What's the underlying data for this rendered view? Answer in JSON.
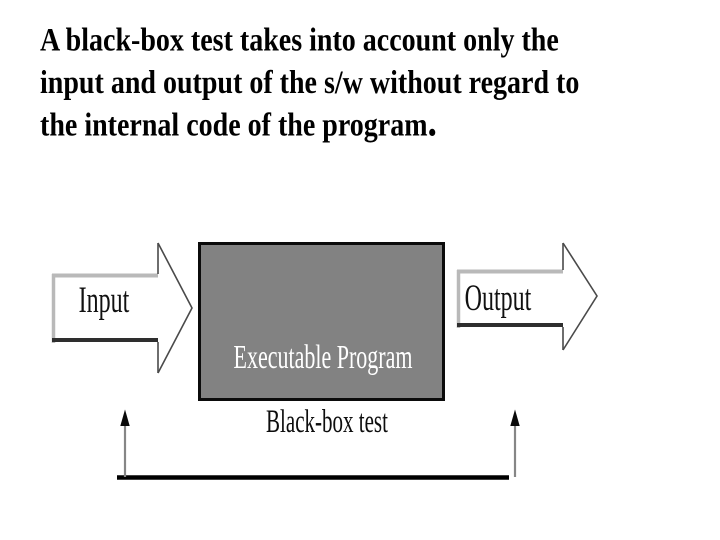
{
  "slide": {
    "title": {
      "line1": "A black-box test takes into account only the",
      "line2": "input and output of the s/w without regard to",
      "line3": "the internal code of the program",
      "period": "."
    },
    "diagram": {
      "input_arrow_label": "Input",
      "output_arrow_label": "Output",
      "program_box_label": "Executable Program",
      "caption": "Black-box test",
      "colors": {
        "background": "#ffffff",
        "title_text": "#000000",
        "label_text": "#111111",
        "program_box_fill": "#828282",
        "program_box_border": "#0b0b0b",
        "program_box_text": "#ffffff",
        "arrow_fill": "#ffffff",
        "arrow_highlight": "#b9b9b9",
        "arrow_shadow": "#2e2e2e",
        "arrow_outline": "#4a4a4a",
        "bracket_line": "#000000",
        "bracket_stem": "#868686",
        "bracket_arrowhead": "#0a0a0a"
      }
    }
  }
}
